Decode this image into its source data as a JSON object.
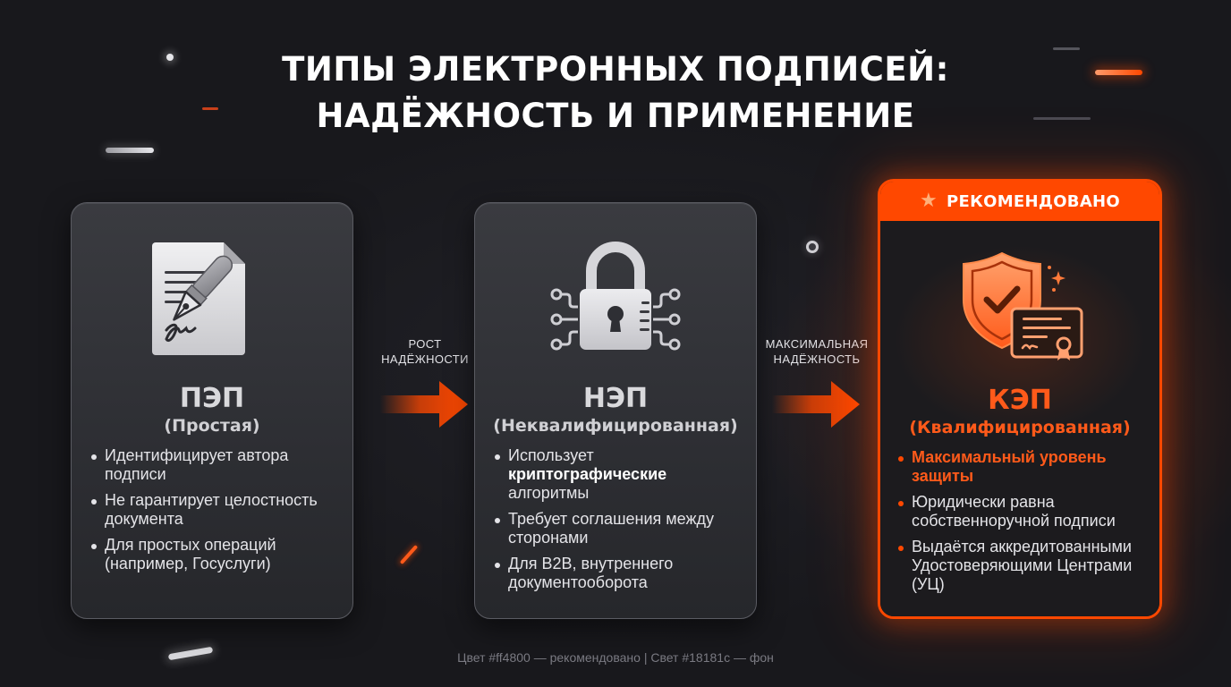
{
  "title": {
    "line1": "ТИПЫ ЭЛЕКТРОННЫХ ПОДПИСЕЙ:",
    "line2": "НАДЁЖНОСТЬ И ПРИМЕНЕНИЕ"
  },
  "colors": {
    "accent": "#ff4800",
    "background": "#18181c"
  },
  "cards": [
    {
      "id": "pep",
      "icon": "document-signature-pen-icon",
      "abbr": "ПЭП",
      "subtitle": "(Простая)",
      "bullets": [
        "Идентифицирует автора подписи",
        "Не гарантирует целостность документа",
        "Для простых операций (например, Госуслуги)"
      ]
    },
    {
      "id": "nep",
      "icon": "padlock-circuit-icon",
      "abbr": "НЭП",
      "subtitle": "(Неквалифицированная)",
      "bullets": [
        {
          "pre": "Использует ",
          "bold": "криптографические",
          "post": " алгоритмы"
        },
        "Требует соглашения между сторонами",
        "Для B2B, внутреннего документооборота"
      ]
    },
    {
      "id": "kep",
      "badge": "РЕКОМЕНДОВАНО",
      "badge_icon": "star-icon",
      "icon": "shield-check-certificate-icon",
      "abbr": "КЭП",
      "subtitle": "(Квалифицированная)",
      "bullets": [
        "Максимальный уровень защиты",
        "Юридически равна собственноручной подписи",
        "Выдаётся аккредитованными Удостоверяющими Центрами (УЦ)"
      ]
    }
  ],
  "arrows": [
    {
      "label_line1": "РОСТ",
      "label_line2": "НАДЁЖНОСТИ"
    },
    {
      "label_line1": "МАКСИМАЛЬНАЯ",
      "label_line2": "НАДЁЖНОСТЬ"
    }
  ],
  "footer": "Цвет #ff4800 — рекомендовано | Свет #18181c — фон"
}
